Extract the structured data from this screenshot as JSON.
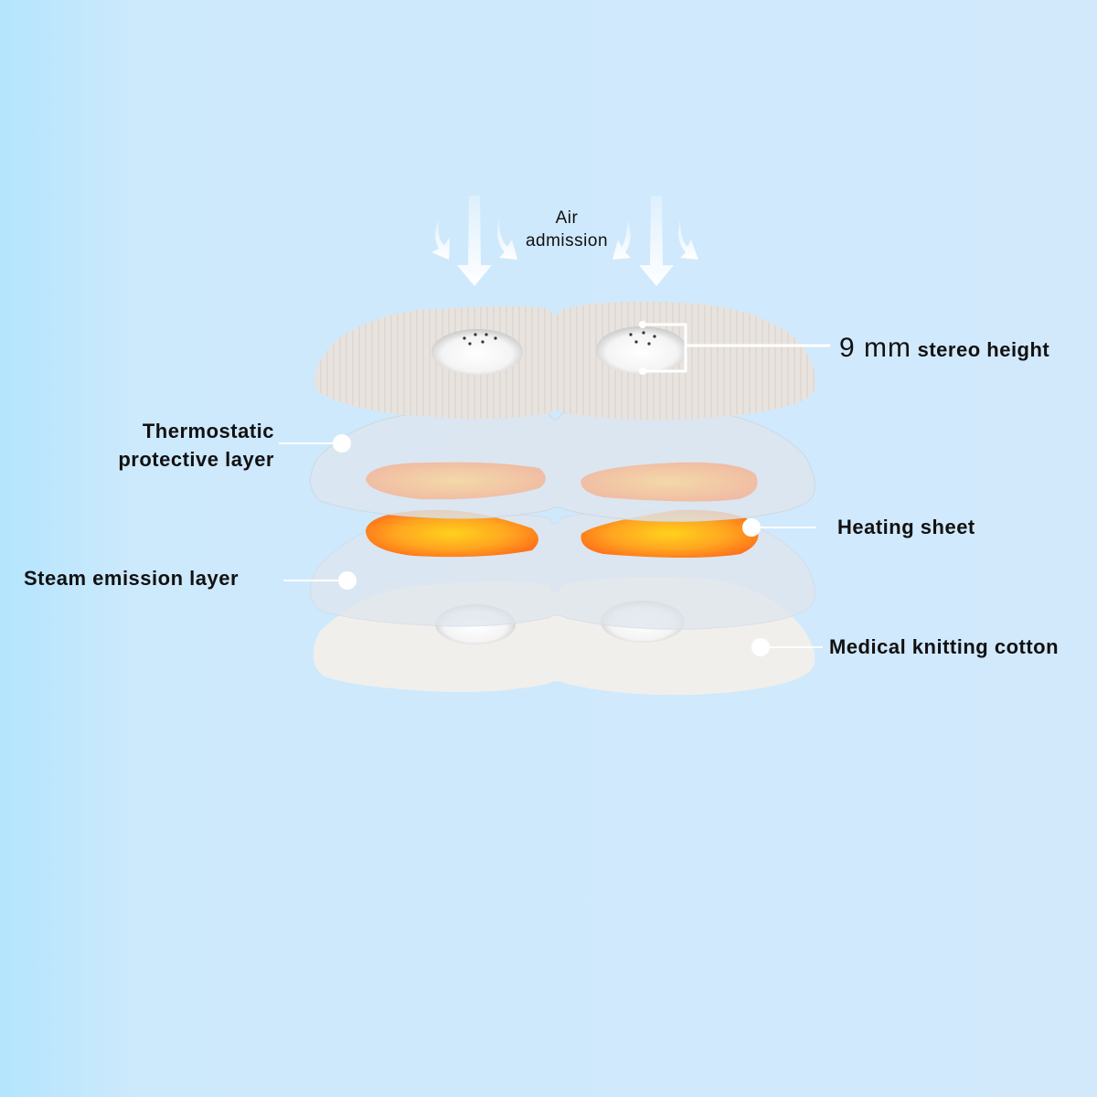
{
  "labels": {
    "air_line1": "Air",
    "air_line2": "admission",
    "height_value": "9 mm",
    "height_text": "stereo height",
    "thermo_line1": "Thermostatic",
    "thermo_line2": "protective layer",
    "heating": "Heating sheet",
    "steam": "Steam emission layer",
    "cotton": "Medical knitting cotton"
  },
  "colors": {
    "background": "#d2e9fc",
    "top_layer": "#e7e2dd",
    "clear_layer": "#dde7f0",
    "cotton_layer": "#f0efec",
    "heat_inner": "#ffcf1f",
    "heat_outer": "#ff7a1a",
    "marker": "#ffffff"
  }
}
